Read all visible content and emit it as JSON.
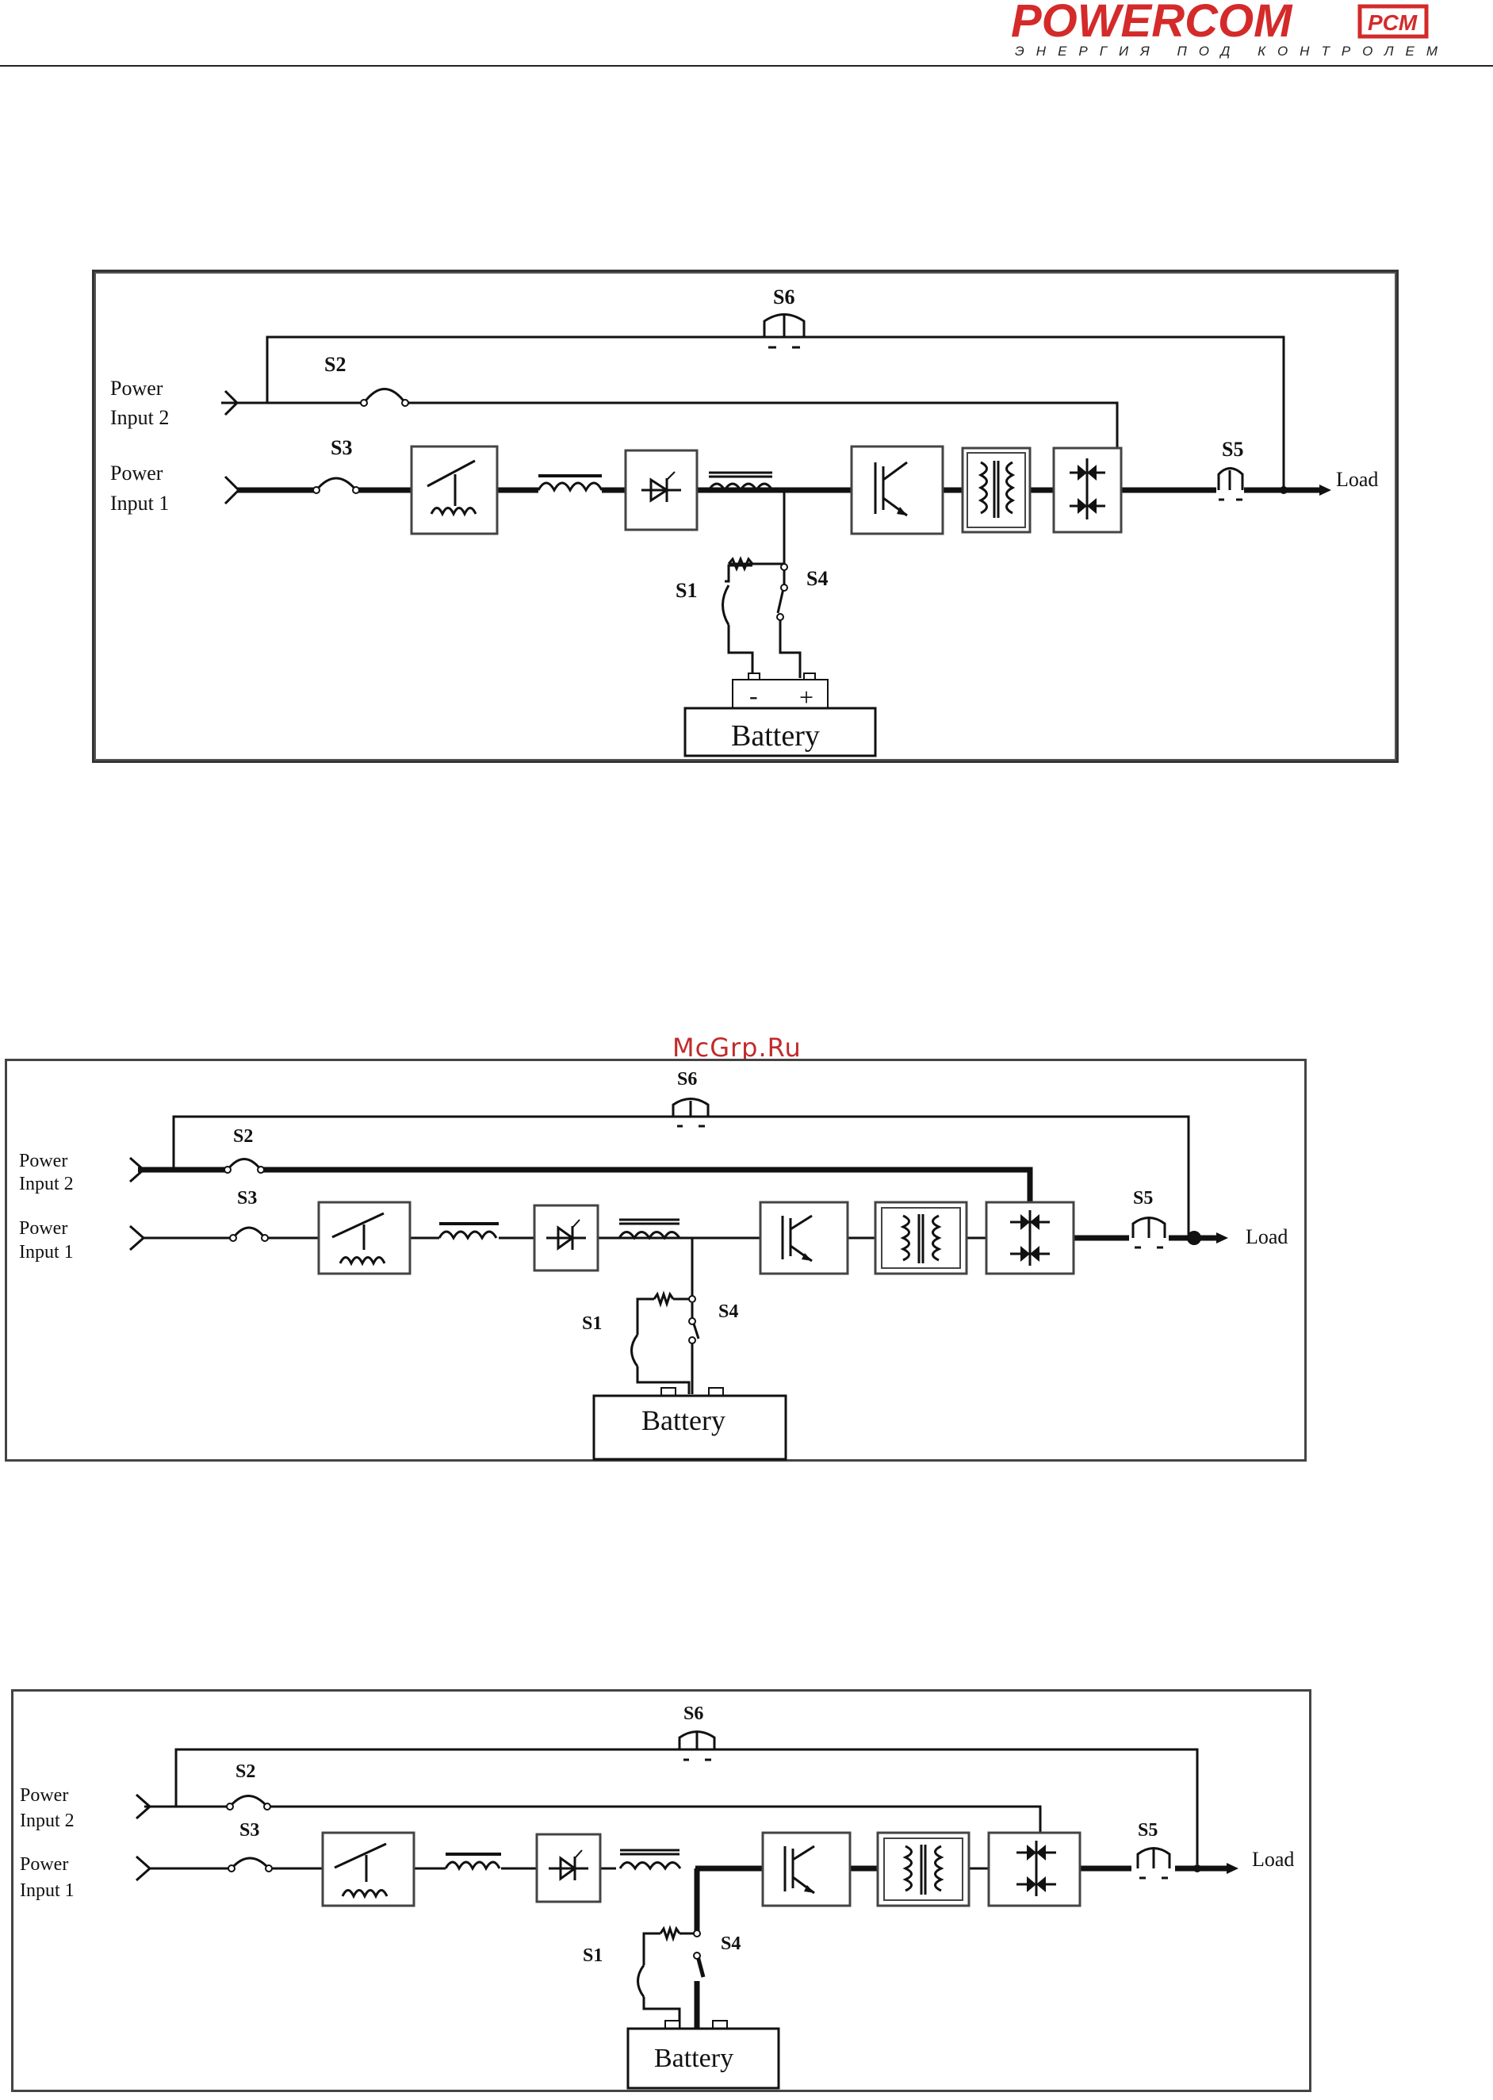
{
  "header": {
    "logo_text": "POWERCOM",
    "logo_badge": "PCM",
    "logo_tagline": "ЭНЕРГИЯ ПОД КОНТРОЛЕМ",
    "brand_color": "#d42a2a"
  },
  "watermark": "McGrp.Ru",
  "diagrams": [
    {
      "labels": {
        "s6": "S6",
        "s2": "S2",
        "s3": "S3",
        "s5": "S5",
        "s1": "S1",
        "s4": "S4",
        "input2_line1": "Power",
        "input2_line2": "Input 2",
        "input1_line1": "Power",
        "input1_line2": "Input 1",
        "load": "Load",
        "battery": "Battery",
        "minus": "-",
        "plus": "+"
      }
    },
    {
      "labels": {
        "s6": "S6",
        "s2": "S2",
        "s3": "S3",
        "s5": "S5",
        "s1": "S1",
        "s4": "S4",
        "input2_line1": "Power",
        "input2_line2": "Input 2",
        "input1_line1": "Power",
        "input1_line2": "Input 1",
        "load": "Load",
        "battery": "Battery"
      }
    },
    {
      "labels": {
        "s6": "S6",
        "s2": "S2",
        "s3": "S3",
        "s5": "S5",
        "s1": "S1",
        "s4": "S4",
        "input2_line1": "Power",
        "input2_line2": "Input 2",
        "input1_line1": "Power",
        "input1_line2": "Input 1",
        "load": "Load",
        "battery": "Battery"
      }
    }
  ]
}
